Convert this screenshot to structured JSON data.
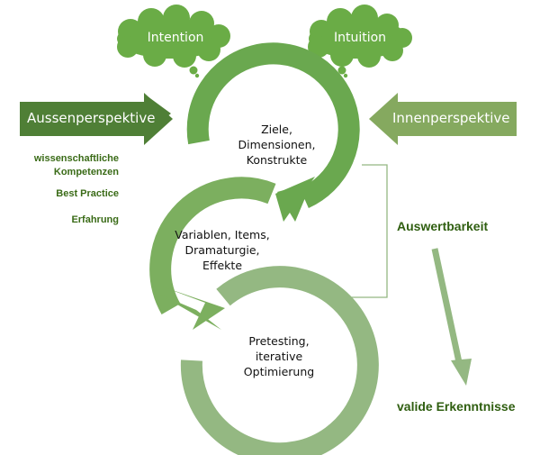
{
  "colors": {
    "cloud": "#6aac46",
    "outer_arrow": "#4f7f36",
    "inner_arrow": "#85a95f",
    "ring_top": "#6aa84f",
    "ring_middle": "#7caf5f",
    "ring_bottom": "#94b882",
    "bracket": "#94b882",
    "down_arrow": "#94b882",
    "side_text": "#3a6b17",
    "right_text": "#2f5e10"
  },
  "clouds": [
    {
      "label": "Intention",
      "icon": "thought-cloud-icon"
    },
    {
      "label": "Intuition",
      "icon": "thought-cloud-icon"
    }
  ],
  "perspectives": {
    "outer": {
      "label": "Aussenperspektive",
      "direction": "right"
    },
    "inner": {
      "label": "Innenperspektive",
      "direction": "left"
    }
  },
  "outer_factors": [
    {
      "line1": "wissenschaftliche",
      "line2": "Kompetenzen"
    },
    {
      "line1": "Best Practice",
      "line2": ""
    },
    {
      "line1": "Erfahrung",
      "line2": ""
    }
  ],
  "cycle_steps": [
    {
      "lines": [
        "Ziele,",
        "Dimensionen,",
        "Konstrukte"
      ]
    },
    {
      "lines": [
        "Variablen, Items,",
        "Dramaturgie,",
        "Effekte"
      ]
    },
    {
      "lines": [
        "Pretesting,",
        "iterative",
        "Optimierung"
      ]
    }
  ],
  "outcome": {
    "intermediate": "Auswertbarkeit",
    "final": "valide Erkenntnisse"
  }
}
